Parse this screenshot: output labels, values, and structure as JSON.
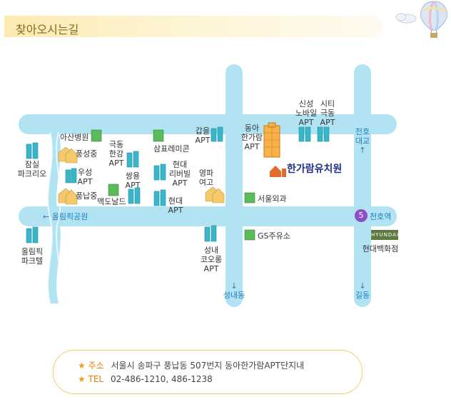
{
  "header": {
    "title": "찾아오시는길"
  },
  "map": {
    "streets": {
      "olympic_park": "올림픽공원",
      "seongnae_dong": "성내동",
      "gil_dong": "길동",
      "cheonho_bridge": [
        "천호",
        "대교"
      ],
      "cheonho_station": "천호역",
      "station_line": "5"
    },
    "landmarks": {
      "asan_hospital": "아산병원",
      "pungseong_middle": "풍성중",
      "jamsil_park": [
        "잠실",
        "파크리오"
      ],
      "useong_apt": [
        "우성",
        "APT"
      ],
      "pungnap_middle": "풍납중",
      "olympic_park_apt": [
        "올림픽",
        "파크텔"
      ],
      "geukdong_hangang": [
        "극동",
        "한강",
        "APT"
      ],
      "ssangyong_apt": [
        "쌍용",
        "APT"
      ],
      "mcdonalds": "맥도날드",
      "sampyo_remicon": "삼표레미콘",
      "hyundai_riverville": [
        "현대",
        "리버빌",
        "APT"
      ],
      "hyundai_apt": [
        "현대",
        "APT"
      ],
      "gapeul_apt": [
        "갑을",
        "APT"
      ],
      "youngpa_girls_high": [
        "영파",
        "여고"
      ],
      "donga_hangaram": [
        "동아",
        "한가람",
        "APT"
      ],
      "sinseong_noblevill": [
        "신성",
        "노바일",
        "APT"
      ],
      "city_geukdong": [
        "시티",
        "극동",
        "APT"
      ],
      "kindergarten": "한가람유치원",
      "seoul_clinic": "서울외과",
      "gs_station": "GS주유소",
      "seongnae_koorong": [
        "성내",
        "코오롱",
        "APT"
      ],
      "hyundai_dept_logo": "HYUNDAI",
      "hyundai_dept": "현대백화점"
    }
  },
  "info": {
    "address_label": "주소",
    "address": "서울시 송파구 풍납동 507번지 동아한가람APT단지내",
    "tel_label": "TEL",
    "tel": "02-486-1210, 486-1238"
  },
  "colors": {
    "road": "#b2e3f3",
    "accent_orange": "#e67e00",
    "label_blue": "#1f7ec0",
    "kindergarten_navy": "#1e2f8c",
    "station_purple": "#8e4ec6",
    "building_teal": "#3ab6c8",
    "building_green": "#5cba5c"
  },
  "icons": [
    "balloon-icon",
    "apartment-icon",
    "school-icon",
    "hospital-icon",
    "arrow-icon",
    "star-icon"
  ]
}
